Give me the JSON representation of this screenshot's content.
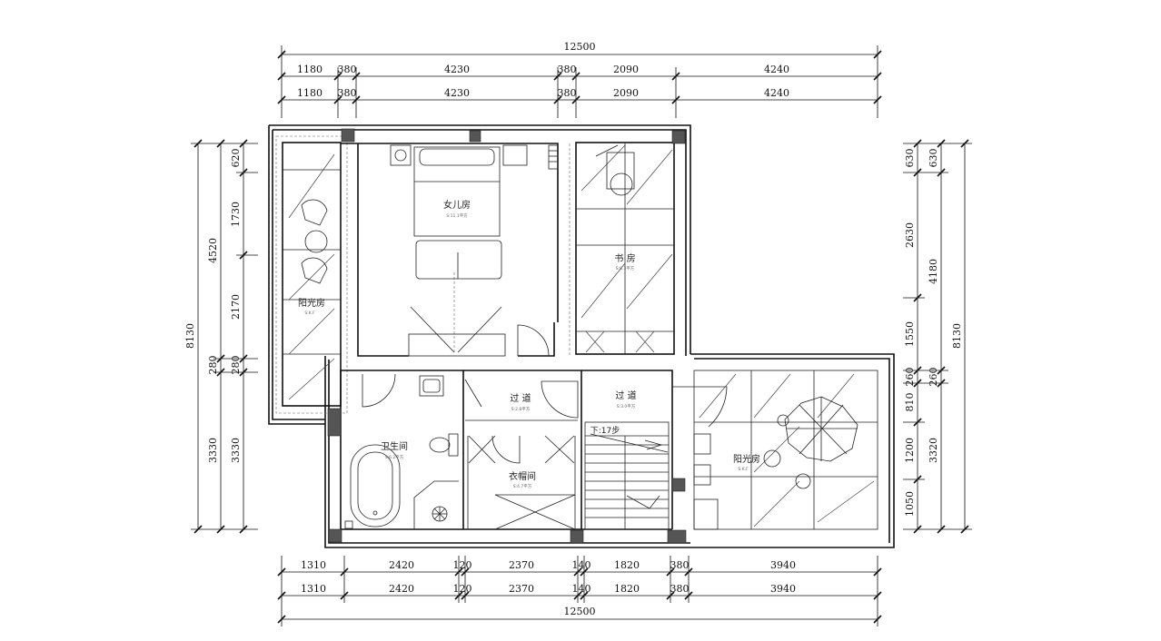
{
  "rooms": {
    "daughter_room": {
      "name": "女儿房",
      "area": "S:11.1平方"
    },
    "study": {
      "name": "书 房",
      "area": "S:8.3平方"
    },
    "sunroom_west": {
      "name": "阳光房",
      "area": "S:K.F"
    },
    "bathroom": {
      "name": "卫生间",
      "area": "S:6.2平方"
    },
    "corridor_a": {
      "name": "过 道",
      "area": "S:2.8平方"
    },
    "corridor_b": {
      "name": "过 道",
      "area": "S:3.0平方"
    },
    "cloakroom": {
      "name": "衣帽间",
      "area": "S:4.7平方"
    },
    "balcony": {
      "name": "阳光房",
      "area": "S:K.F"
    },
    "stair_note": "下:17步"
  },
  "dimensions": {
    "top_total": "12500",
    "top_row1": [
      "1180",
      "380",
      "4230",
      "380",
      "2090",
      "4240"
    ],
    "top_row2": [
      "1180",
      "380",
      "4230",
      "380",
      "2090",
      "4240"
    ],
    "bottom_row1": [
      "1310",
      "2420",
      "120",
      "2370",
      "140",
      "1820",
      "380",
      "3940"
    ],
    "bottom_row2": [
      "1310",
      "2420",
      "120",
      "2370",
      "140",
      "1820",
      "380",
      "3940"
    ],
    "bottom_total": "12500",
    "left_total": "8130",
    "left_mid": [
      "4520",
      "280",
      "3330"
    ],
    "left_inner": [
      "620",
      "1730",
      "2170",
      "280",
      "3330"
    ],
    "right_inner": [
      "630",
      "2630",
      "1550",
      "260",
      "810",
      "1200",
      "1050"
    ],
    "right_mid": [
      "630",
      "4180",
      "260",
      "3320"
    ],
    "right_total": "8130"
  }
}
